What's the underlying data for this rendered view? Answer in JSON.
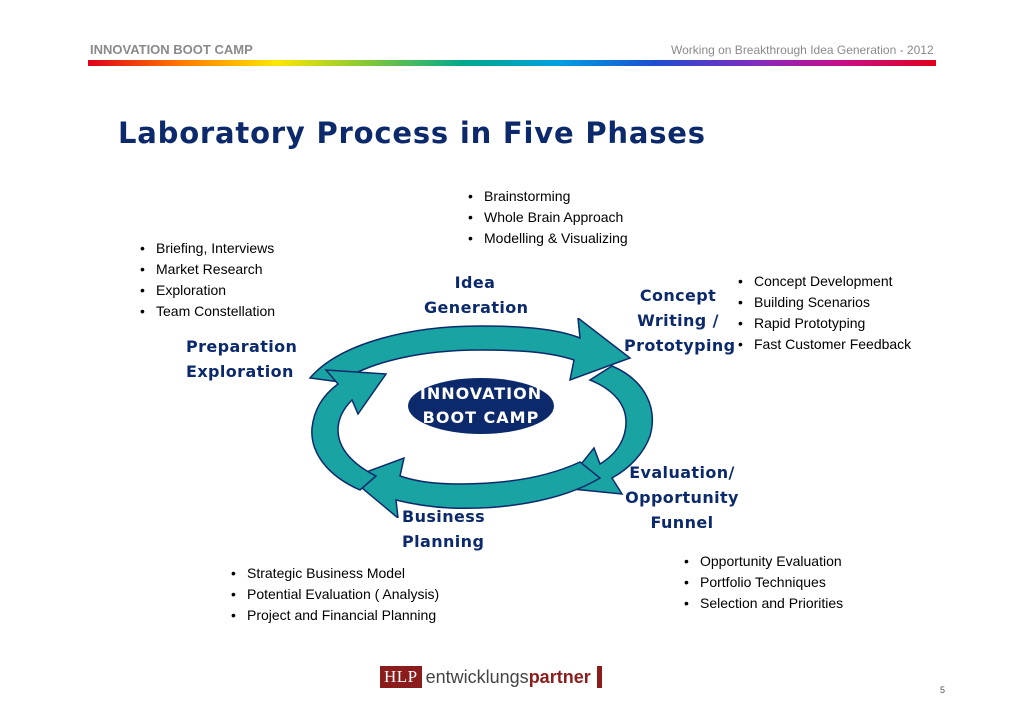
{
  "header": {
    "left": "INNOVATION BOOT CAMP",
    "right": "Working on Breakthrough Idea Generation - 2012"
  },
  "slide": {
    "title": "Laboratory Process in Five Phases",
    "center": {
      "line1": "INNOVATION",
      "line2": "BOOT CAMP"
    }
  },
  "phases": {
    "preparation": {
      "label_lines": [
        "Preparation",
        "Exploration"
      ],
      "bullets": [
        "Briefing, Interviews",
        "Market Research",
        "Exploration",
        "Team Constellation"
      ]
    },
    "idea": {
      "label_lines": [
        "Idea",
        "Generation"
      ],
      "bullets": [
        "Brainstorming",
        "Whole Brain Approach",
        "Modelling & Visualizing"
      ]
    },
    "concept": {
      "label_lines": [
        "Concept",
        "Writing /",
        "Prototyping"
      ],
      "bullets": [
        "Concept Development",
        "Building Scenarios",
        "Rapid Prototyping",
        "Fast Customer Feedback"
      ]
    },
    "evaluation": {
      "label_lines": [
        "Evaluation/",
        "Opportunity",
        "Funnel"
      ],
      "bullets": [
        "Opportunity Evaluation",
        "Portfolio Techniques",
        "Selection and Priorities"
      ]
    },
    "business": {
      "label_lines": [
        "Business",
        "Planning"
      ],
      "bullets": [
        "Strategic Business Model",
        "Potential Evaluation ( Analysis)",
        "Project and Financial Planning"
      ]
    }
  },
  "footer": {
    "logo_box": "HLP",
    "logo_word1": "entwicklungs",
    "logo_word2": "partner",
    "page_number": "5"
  },
  "colors": {
    "title": "#0c2a6b",
    "arrow_fill": "#1aa3a3",
    "arrow_stroke": "#0c2a6b",
    "brand_red": "#8a1c1c"
  }
}
